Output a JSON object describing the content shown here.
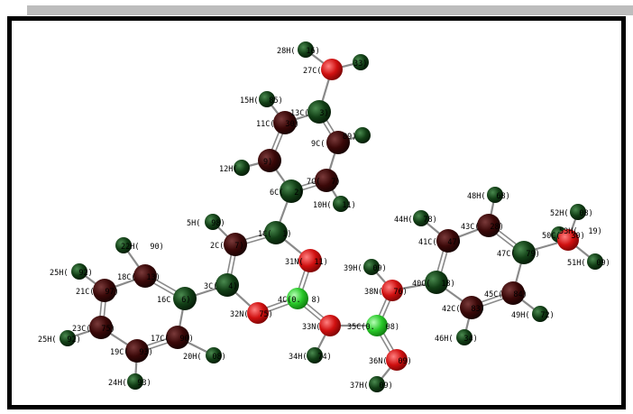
{
  "viewer": {
    "accent_top_bar": "#bdbdbd",
    "frame_color": "#000000",
    "bond_color": "#8a8a8a",
    "atom_colors": {
      "dark_green": "#0f3d12",
      "dark_red": "#3b0707",
      "bright_green": "#2ecc2e",
      "red": "#d01010"
    }
  },
  "molecule": {
    "atoms": [
      {
        "id": 1,
        "label": "1C(",
        "suffix": "1)",
        "color": "dark_green"
      },
      {
        "id": 2,
        "label": "2C(",
        "suffix": "7)",
        "color": "dark_red"
      },
      {
        "id": 3,
        "label": "3C(",
        "suffix": "4)",
        "color": "dark_green"
      },
      {
        "id": 4,
        "label": "4C(0.",
        "suffix": "8)",
        "color": "bright_green"
      },
      {
        "id": 5,
        "label": "5H(",
        "suffix": "98)",
        "color": "dark_green"
      },
      {
        "id": 6,
        "label": "6C(",
        "suffix": "2)",
        "color": "dark_green"
      },
      {
        "id": 7,
        "label": "7C(",
        "suffix": "7)",
        "color": "dark_red"
      },
      {
        "id": 8,
        "label": "",
        "suffix": "89)",
        "color": "dark_green"
      },
      {
        "id": 9,
        "label": "9C(",
        "suffix": "",
        "color": "dark_red"
      },
      {
        "id": 10,
        "label": "10H(",
        "suffix": "11)",
        "color": "dark_green"
      },
      {
        "id": 11,
        "label": "11C(",
        "suffix": "30)",
        "color": "dark_red"
      },
      {
        "id": 12,
        "label": "12H(",
        "suffix": "",
        "color": "dark_green"
      },
      {
        "id": 13,
        "label": "13C(",
        "suffix": "3)",
        "color": "dark_green"
      },
      {
        "id": 14,
        "label": "",
        "suffix": "9)",
        "color": "dark_red"
      },
      {
        "id": 15,
        "label": "15H(",
        "suffix": "85)",
        "color": "dark_green"
      },
      {
        "id": 16,
        "label": "16C",
        "suffix": "6)",
        "color": "dark_green"
      },
      {
        "id": 17,
        "label": "17C(",
        "suffix": "90)",
        "color": "dark_red"
      },
      {
        "id": 18,
        "label": "18C(",
        "suffix": "13)",
        "color": "dark_red"
      },
      {
        "id": 19,
        "label": "19C(",
        "suffix": "93)",
        "color": "dark_red"
      },
      {
        "id": 20,
        "label": "20H(",
        "suffix": "08)",
        "color": "dark_green"
      },
      {
        "id": 21,
        "label": "21C(",
        "suffix": "97)",
        "color": "dark_red"
      },
      {
        "id": 22,
        "label": "22H(",
        "suffix": "90)",
        "color": "dark_green"
      },
      {
        "id": 23,
        "label": "23C(",
        "suffix": "75)",
        "color": "dark_red"
      },
      {
        "id": 24,
        "label": "24H(",
        "suffix": "93)",
        "color": "dark_green"
      },
      {
        "id": 25,
        "label": "25H(",
        "suffix": "92)",
        "color": "dark_green"
      },
      {
        "id": 26,
        "label": "25H(",
        "suffix": "92)",
        "color": "dark_green"
      },
      {
        "id": 27,
        "label": "27C(",
        "suffix": "",
        "color": "red"
      },
      {
        "id": 28,
        "label": "28H(",
        "suffix": "16)",
        "color": "dark_green"
      },
      {
        "id": 29,
        "label": "",
        "suffix": "33)",
        "color": "dark_green"
      },
      {
        "id": 31,
        "label": "31N(",
        "suffix": "11)",
        "color": "red"
      },
      {
        "id": 32,
        "label": "32N(",
        "suffix": "75)",
        "color": "red"
      },
      {
        "id": 33,
        "label": "33N(",
        "suffix": "",
        "color": "red"
      },
      {
        "id": 34,
        "label": "34H(",
        "suffix": "74)",
        "color": "dark_green"
      },
      {
        "id": 35,
        "label": "35C(0.",
        "suffix": "08)",
        "color": "bright_green"
      },
      {
        "id": 36,
        "label": "36N(",
        "suffix": "09)",
        "color": "red"
      },
      {
        "id": 37,
        "label": "37H(",
        "suffix": "09)",
        "color": "dark_green"
      },
      {
        "id": 38,
        "label": "38N(",
        "suffix": "76)",
        "color": "red"
      },
      {
        "id": 39,
        "label": "39H(",
        "suffix": "09)",
        "color": "dark_green"
      },
      {
        "id": 40,
        "label": "40C(",
        "suffix": "18)",
        "color": "dark_green"
      },
      {
        "id": 41,
        "label": "41C(",
        "suffix": "47)",
        "color": "dark_red"
      },
      {
        "id": 42,
        "label": "42C(",
        "suffix": "83)",
        "color": "dark_red"
      },
      {
        "id": 43,
        "label": "43C(",
        "suffix": "28)",
        "color": "dark_red"
      },
      {
        "id": 44,
        "label": "44H(",
        "suffix": "78)",
        "color": "dark_green"
      },
      {
        "id": 45,
        "label": "45C(",
        "suffix": "84)",
        "color": "dark_red"
      },
      {
        "id": 46,
        "label": "46H(",
        "suffix": "34)",
        "color": "dark_green"
      },
      {
        "id": 47,
        "label": "47C(",
        "suffix": "79)",
        "color": "dark_green"
      },
      {
        "id": 48,
        "label": "48H(",
        "suffix": "68)",
        "color": "dark_green"
      },
      {
        "id": 49,
        "label": "49H(",
        "suffix": "72)",
        "color": "dark_green"
      },
      {
        "id": 50,
        "label": "50C(",
        "suffix": "30)",
        "color": "dark_green"
      },
      {
        "id": 51,
        "label": "51H(",
        "suffix": "09)",
        "color": "dark_green"
      },
      {
        "id": 52,
        "label": "52H(",
        "suffix": "08)",
        "color": "dark_green"
      },
      {
        "id": 53,
        "label": "53H(",
        "suffix": "19)",
        "color": "red"
      }
    ]
  }
}
